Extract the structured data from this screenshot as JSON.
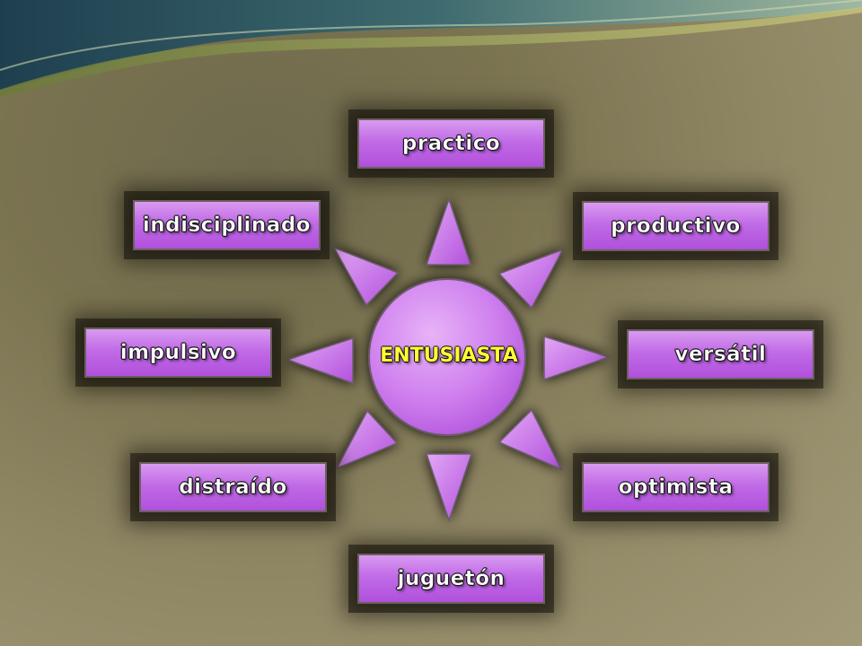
{
  "diagram": {
    "center": {
      "label": "ENTUSIASTA"
    },
    "nodes": [
      {
        "id": "practico",
        "label": "practico"
      },
      {
        "id": "productivo",
        "label": "productivo"
      },
      {
        "id": "versatil",
        "label": "versátil"
      },
      {
        "id": "optimista",
        "label": "optimista"
      },
      {
        "id": "jugueton",
        "label": "juguetón"
      },
      {
        "id": "distraido",
        "label": "distraído"
      },
      {
        "id": "impulsivo",
        "label": "impulsivo"
      },
      {
        "id": "indisciplinado",
        "label": "indisciplinado"
      }
    ]
  },
  "colors": {
    "box_fill": "#c16be6",
    "center_fill": "#d08af0",
    "center_text": "#ffff33",
    "ray_fill": "#c874ec"
  }
}
